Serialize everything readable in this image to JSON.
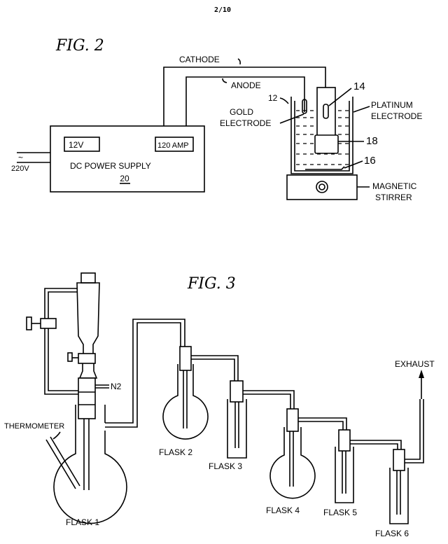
{
  "page_number": "2/10",
  "fig2": {
    "title": "FIG. 2",
    "labels": {
      "cathode": "CATHODE",
      "anode": "ANODE",
      "ref_12": "12",
      "ref_14": "14",
      "ref_16": "16",
      "ref_18": "18",
      "gold_electrode_1": "GOLD",
      "gold_electrode_2": "ELECTRODE",
      "platinum_electrode_1": "PLATINUM",
      "platinum_electrode_2": "ELECTRODE",
      "magnetic_stirrer_1": "MAGNETIC",
      "magnetic_stirrer_2": "STIRRER",
      "ac_symbol": "~",
      "ac_input": "220V"
    },
    "power_supply": {
      "voltage_display": "12V",
      "current_display": "120 AMP",
      "name": "DC POWER SUPPLY",
      "ref": "20"
    }
  },
  "fig3": {
    "title": "FIG. 3",
    "labels": {
      "thermometer": "THERMOMETER",
      "n2": "N2",
      "exhaust": "EXHAUST",
      "flask_1": "FLASK 1",
      "flask_2": "FLASK 2",
      "flask_3": "FLASK 3",
      "flask_4": "FLASK 4",
      "flask_5": "FLASK 5",
      "flask_6": "FLASK 6"
    }
  }
}
